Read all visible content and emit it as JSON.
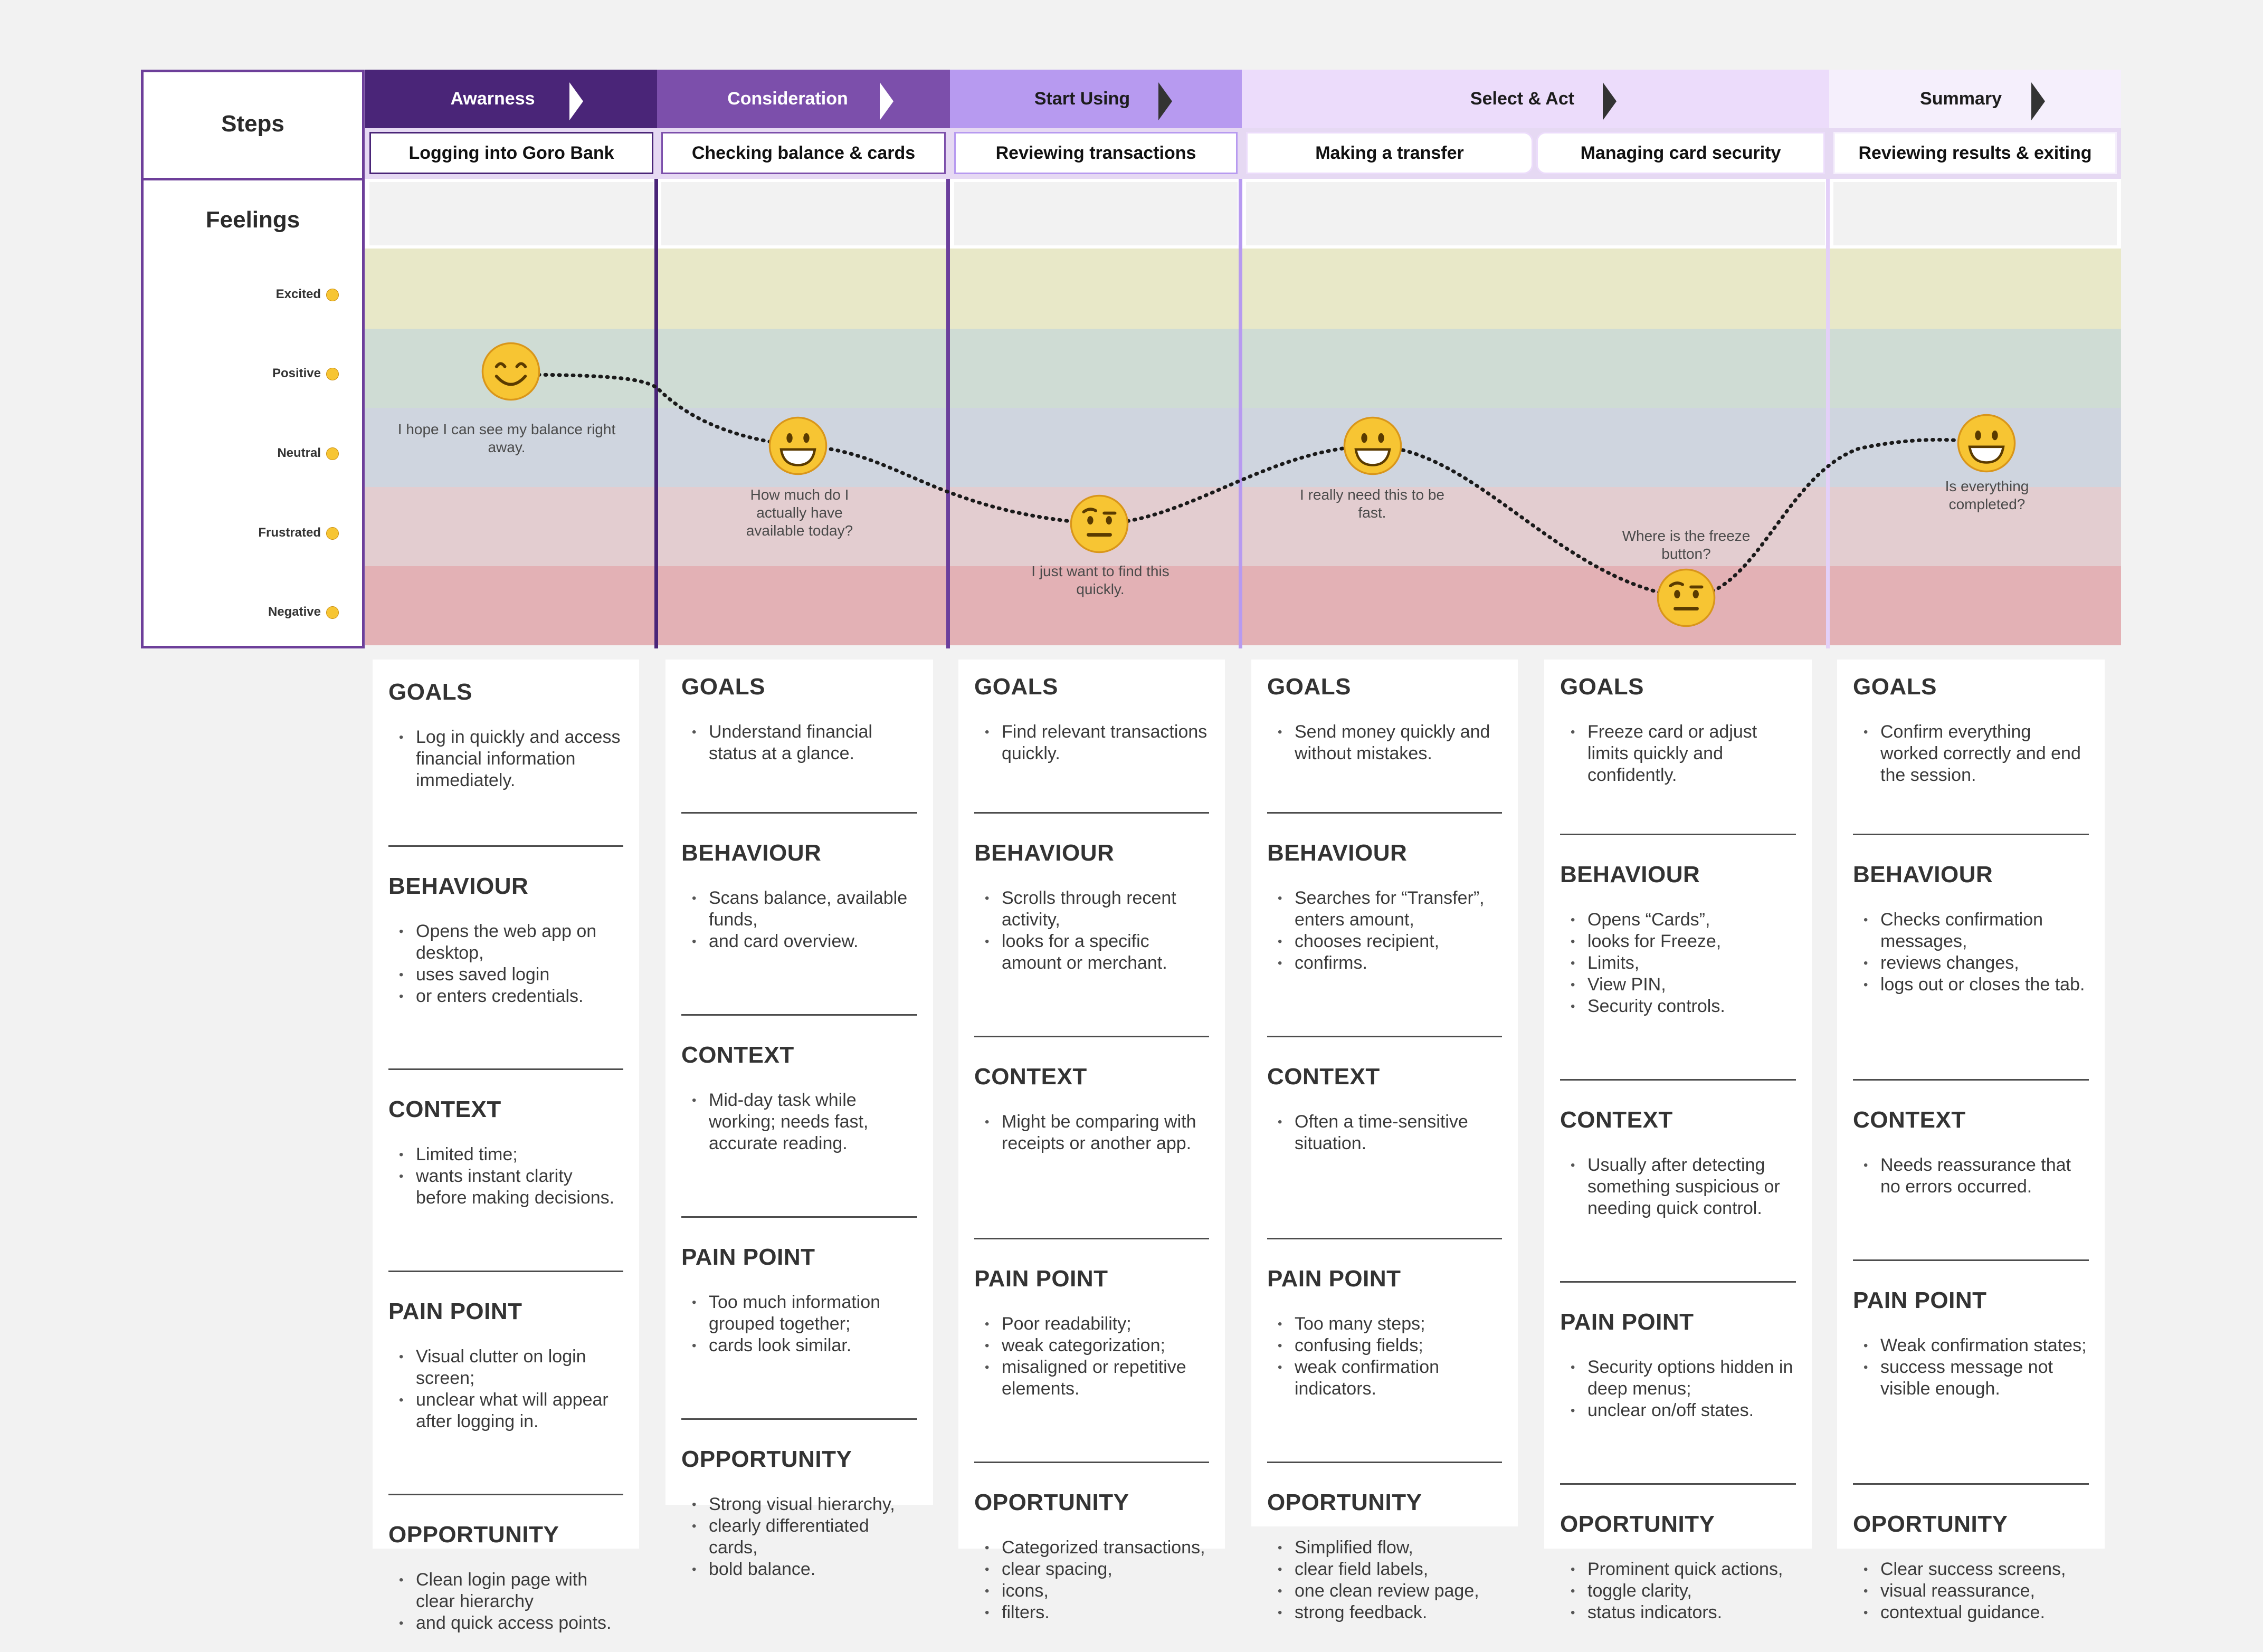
{
  "labels": {
    "steps": "Steps",
    "feelings": "Feelings"
  },
  "levels": [
    {
      "label": "Excited",
      "color": "#e8e8c8"
    },
    {
      "label": "Positive",
      "color": "#cfdcd4"
    },
    {
      "label": "Neutral",
      "color": "#cfd5df"
    },
    {
      "label": "Frustrated",
      "color": "#e3cdd0"
    },
    {
      "label": "Negative",
      "color": "#e3b1b5"
    }
  ],
  "phases": [
    {
      "name": "Awarness",
      "bg": "#4a2578",
      "fg": "#ffffff",
      "arrow": "#ffffff"
    },
    {
      "name": "Consideration",
      "bg": "#7c4fab",
      "fg": "#ffffff",
      "arrow": "#ffffff"
    },
    {
      "name": "Start Using",
      "bg": "#b79af0",
      "fg": "#1c1c1c",
      "arrow": "#333333"
    },
    {
      "name": "Select & Act",
      "bg": "#ecdcfb",
      "fg": "#1c1c1c",
      "arrow": "#333333"
    },
    {
      "name": "Summary",
      "bg": "#f5effc",
      "fg": "#1c1c1c",
      "arrow": "#333333"
    }
  ],
  "steps": [
    "Logging into Goro Bank",
    "Checking balance & cards",
    "Reviewing transactions",
    "Making a transfer",
    "Managing card security",
    "Reviewing results & exiting"
  ],
  "journey": {
    "points": [
      {
        "level": "Positive",
        "emoji": "smiling-emoji",
        "quote": "I hope I can see my balance right away."
      },
      {
        "level": "Neutral",
        "emoji": "grinning-emoji",
        "quote": "How much do I actually have available today?"
      },
      {
        "level": "Frustrated",
        "emoji": "raised-eyebrow-emoji",
        "quote": "I just want to find this quickly."
      },
      {
        "level": "Neutral",
        "emoji": "grinning-emoji",
        "quote": "I really need this to be fast."
      },
      {
        "level": "Negative",
        "emoji": "raised-eyebrow-emoji",
        "quote": "Where is the freeze button?"
      },
      {
        "level": "Neutral",
        "emoji": "grinning-emoji",
        "quote": "Is everything completed?"
      }
    ]
  },
  "cards": [
    {
      "sections": [
        {
          "title": "GOALS",
          "items": [
            "Log in quickly and access financial information immediately."
          ]
        },
        {
          "title": "BEHAVIOUR",
          "items": [
            "Opens the web app on desktop,",
            "uses saved login",
            "or enters credentials."
          ]
        },
        {
          "title": "CONTEXT",
          "items": [
            "Limited time;",
            "wants instant clarity before making decisions."
          ]
        },
        {
          "title": "PAIN POINT",
          "items": [
            "Visual clutter on login screen;",
            "unclear what will appear after logging in."
          ]
        },
        {
          "title": "OPPORTUNITY",
          "items": [
            "Clean login page with clear hierarchy",
            "and quick access points."
          ]
        }
      ]
    },
    {
      "sections": [
        {
          "title": "GOALS",
          "items": [
            "Understand financial status at a glance."
          ]
        },
        {
          "title": "BEHAVIOUR",
          "items": [
            "Scans balance, available funds,",
            "and card overview."
          ]
        },
        {
          "title": "CONTEXT",
          "items": [
            "Mid-day task while working; needs fast, accurate reading."
          ]
        },
        {
          "title": "PAIN POINT",
          "items": [
            "Too much information grouped together;",
            "cards look similar."
          ]
        },
        {
          "title": "OPPORTUNITY",
          "items": [
            "Strong visual hierarchy,",
            "clearly differentiated cards,",
            "bold balance."
          ]
        }
      ]
    },
    {
      "sections": [
        {
          "title": "GOALS",
          "items": [
            "Find relevant transactions quickly."
          ]
        },
        {
          "title": "BEHAVIOUR",
          "items": [
            "Scrolls through recent activity,",
            "looks for a specific amount or merchant."
          ]
        },
        {
          "title": "CONTEXT",
          "items": [
            "Might be comparing with receipts or another app."
          ]
        },
        {
          "title": "PAIN POINT",
          "items": [
            "Poor readability;",
            "weak categorization;",
            "misaligned or repetitive elements."
          ]
        },
        {
          "title": "OPORTUNITY",
          "items": [
            "Categorized transactions,",
            "clear spacing,",
            "icons,",
            "filters."
          ]
        }
      ]
    },
    {
      "sections": [
        {
          "title": "GOALS",
          "items": [
            "Send money quickly and without mistakes."
          ]
        },
        {
          "title": "BEHAVIOUR",
          "items": [
            "Searches for “Transfer”, enters amount,",
            "chooses recipient,",
            "confirms."
          ]
        },
        {
          "title": "CONTEXT",
          "items": [
            "Often a time-sensitive situation."
          ]
        },
        {
          "title": "PAIN POINT",
          "items": [
            "Too many steps;",
            "confusing fields;",
            "weak confirmation indicators."
          ]
        },
        {
          "title": "OPORTUNITY",
          "items": [
            "Simplified flow,",
            "clear field labels,",
            "one clean review page,",
            "strong feedback."
          ]
        }
      ]
    },
    {
      "sections": [
        {
          "title": "GOALS",
          "items": [
            "Freeze card or adjust limits quickly and confidently."
          ]
        },
        {
          "title": "BEHAVIOUR",
          "items": [
            "Opens “Cards”,",
            "looks for Freeze,",
            "Limits,",
            "View PIN,",
            "Security controls."
          ]
        },
        {
          "title": "CONTEXT",
          "items": [
            "Usually after detecting something suspicious or needing quick control."
          ]
        },
        {
          "title": "PAIN POINT",
          "items": [
            "Security options hidden in deep menus;",
            "unclear on/off states."
          ]
        },
        {
          "title": "OPORTUNITY",
          "items": [
            "Prominent quick actions,",
            "toggle clarity,",
            "status indicators."
          ]
        }
      ]
    },
    {
      "sections": [
        {
          "title": "GOALS",
          "items": [
            "Confirm everything worked correctly and end the session."
          ]
        },
        {
          "title": "BEHAVIOUR",
          "items": [
            "Checks confirmation messages,",
            "reviews changes,",
            "logs out or closes the tab."
          ]
        },
        {
          "title": "CONTEXT",
          "items": [
            "Needs reassurance that no errors occurred."
          ]
        },
        {
          "title": "PAIN POINT",
          "items": [
            "Weak confirmation states;",
            "success message not visible enough."
          ]
        },
        {
          "title": "OPORTUNITY",
          "items": [
            "Clear success screens,",
            "visual reassurance,",
            "contextual guidance."
          ]
        }
      ]
    }
  ]
}
